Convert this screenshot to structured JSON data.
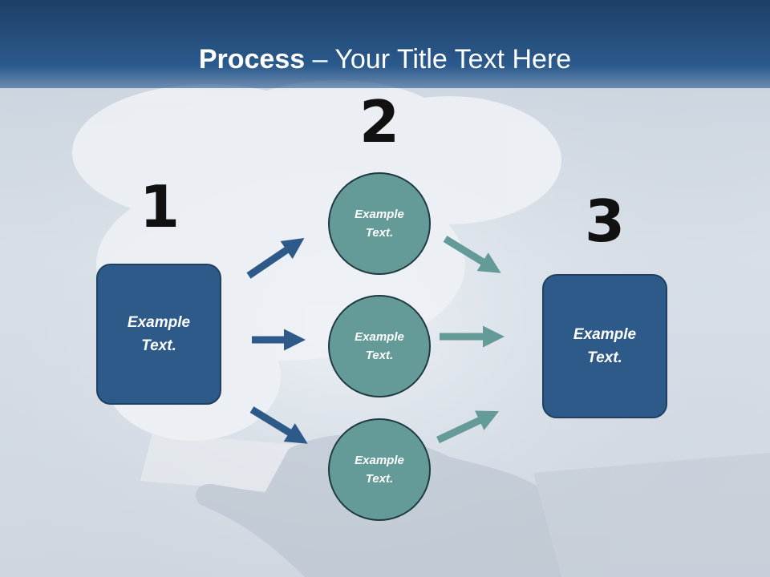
{
  "title": {
    "bold": "Process",
    "rest": " – Your Title Text Here"
  },
  "steps": [
    {
      "number": "1",
      "label": "Example Text."
    },
    {
      "number": "2",
      "labels": [
        "Example Text.",
        "Example Text.",
        "Example Text."
      ]
    },
    {
      "number": "3",
      "label": "Example Text."
    }
  ],
  "colors": {
    "header": "#2b5a8d",
    "box": "#2e5a8a",
    "circle": "#649a97",
    "arrow_in": "#2e5a8a",
    "arrow_out": "#649a97"
  }
}
